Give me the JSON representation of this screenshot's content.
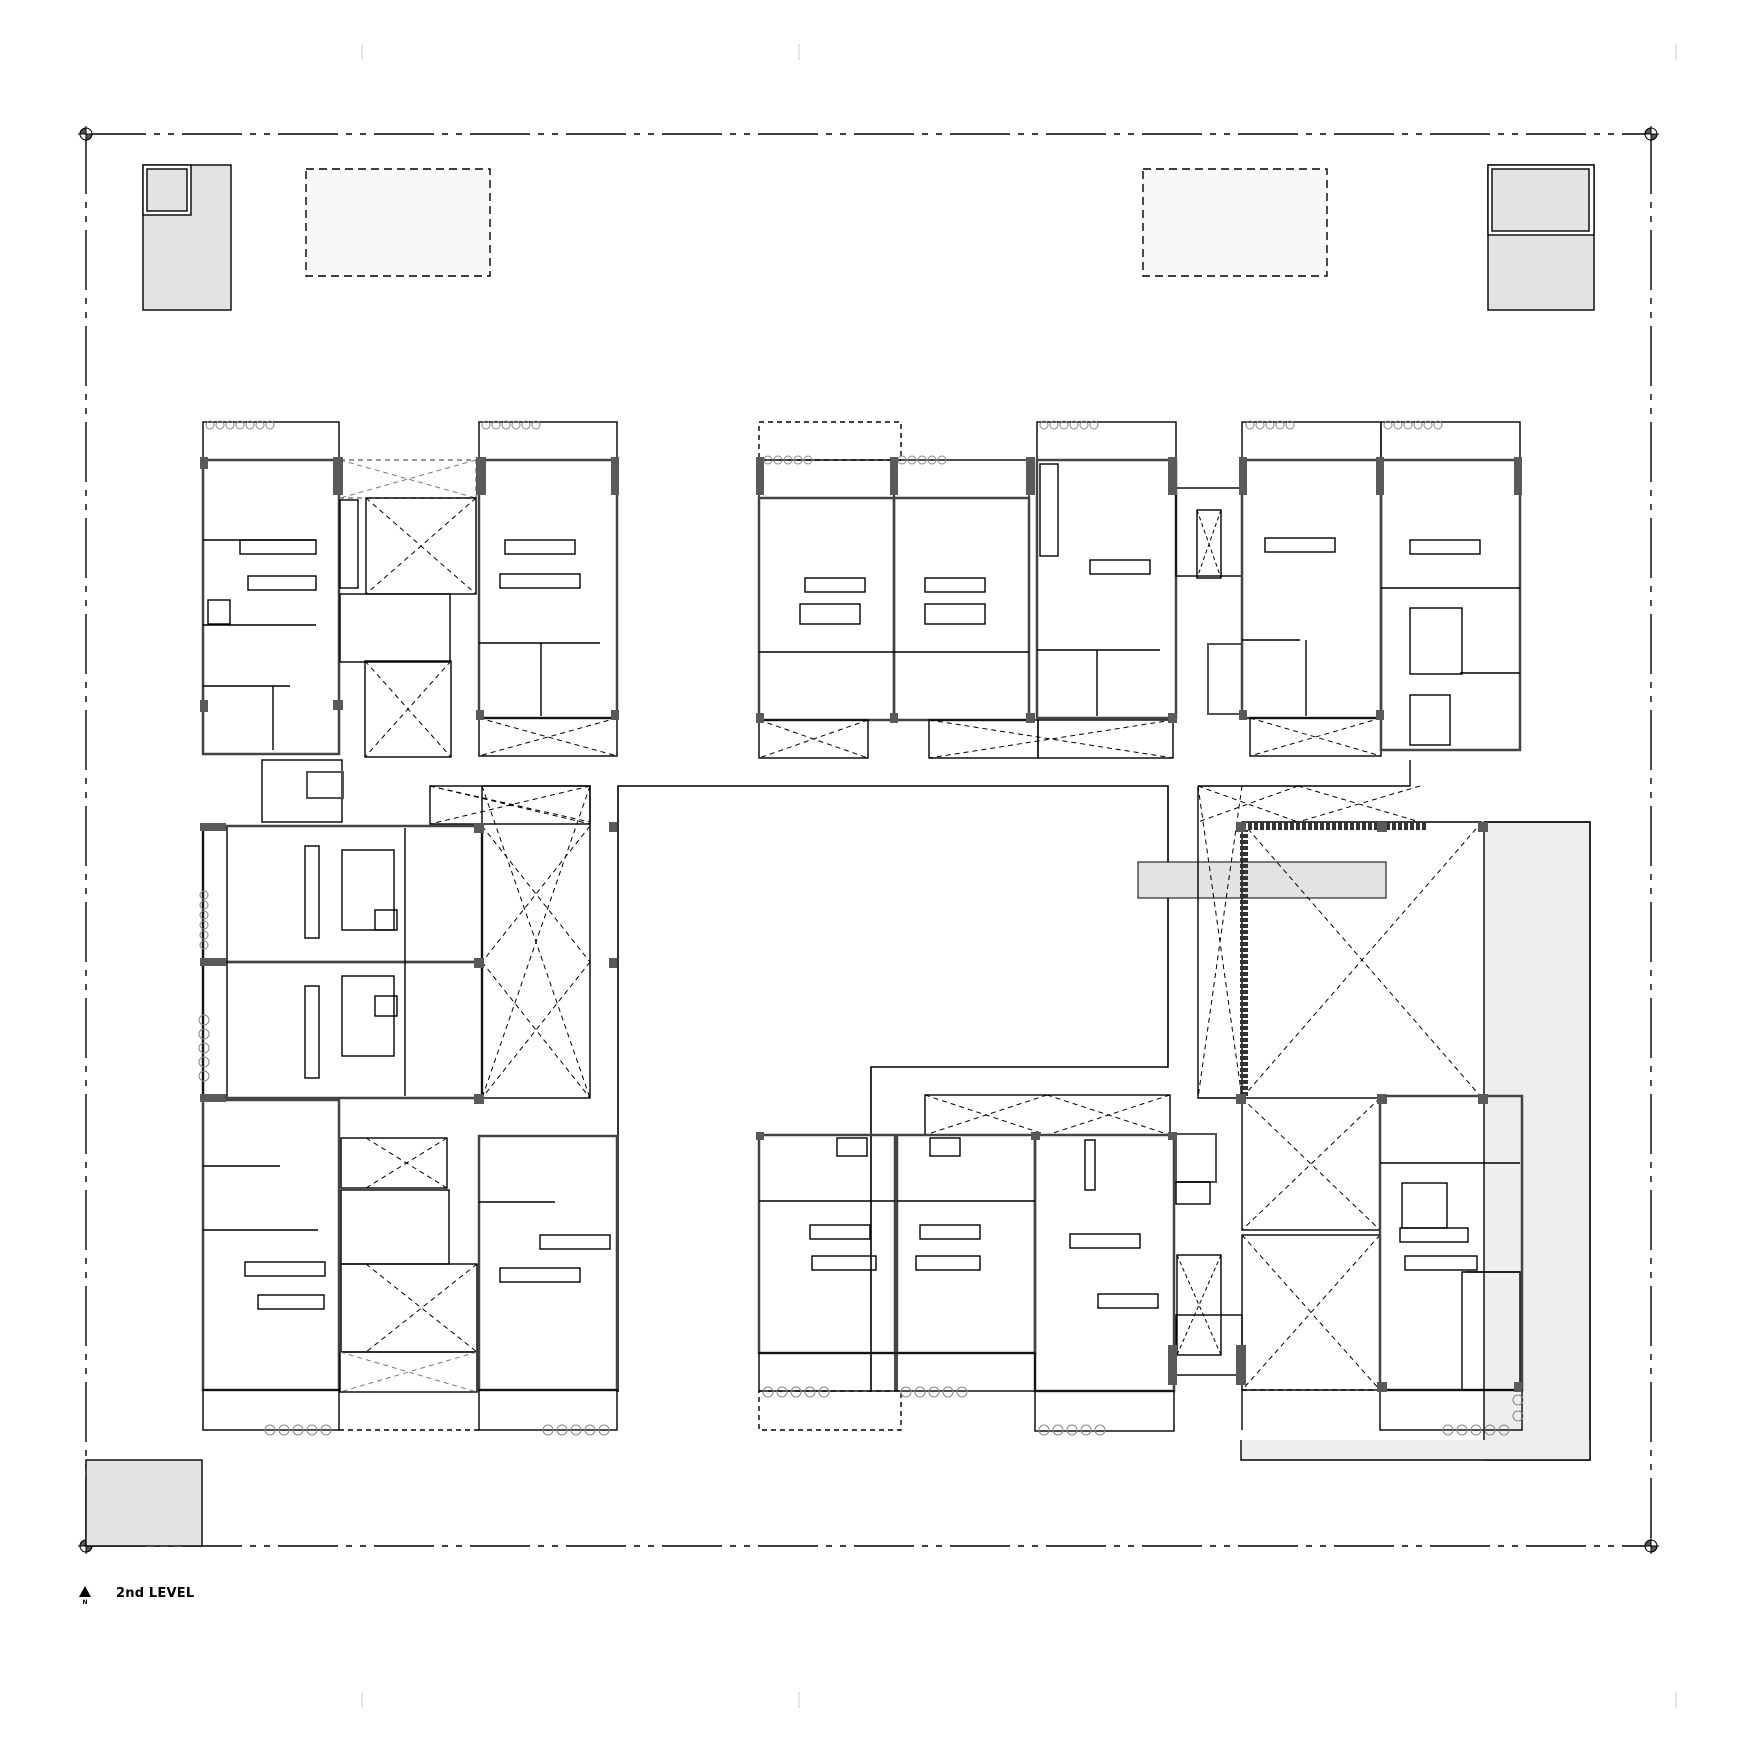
{
  "drawing": {
    "title": "2nd LEVEL",
    "north_arrow": {
      "icon": "north-arrow-icon",
      "label": "N"
    },
    "colors": {
      "background": "#ffffff",
      "line": "#000000",
      "column": "#5a5a5a",
      "shaded_area": "#e3e3e3",
      "light_area": "#f8f8f8"
    },
    "elements": {
      "property_line": "dashed site boundary with corner survey markers",
      "units_north_wing": 8,
      "units_west_wing": 4,
      "units_south_wing": 6,
      "courtyard": "central open courtyard",
      "voids": "open-to-below areas marked with dashed X"
    }
  }
}
